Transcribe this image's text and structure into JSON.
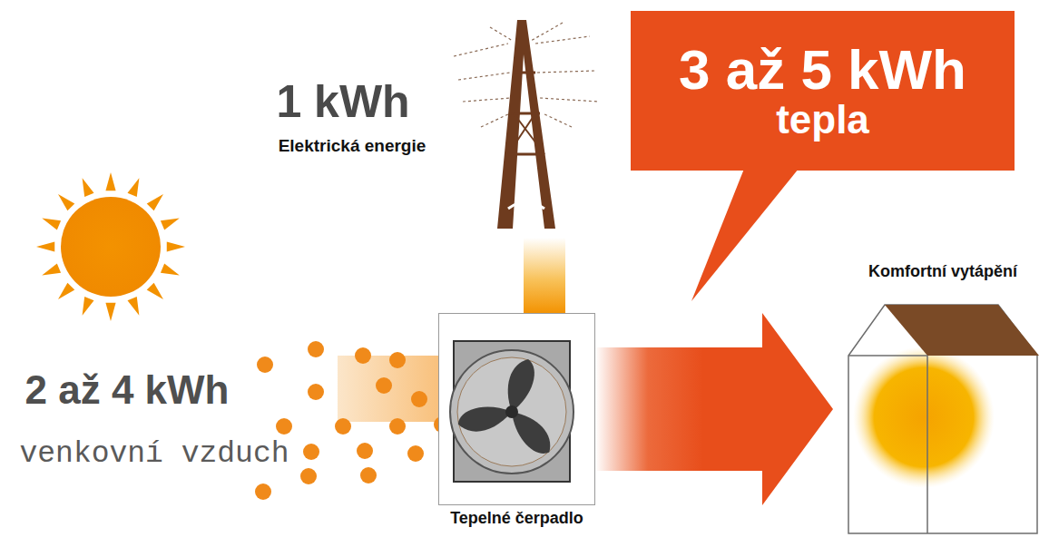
{
  "diagram": {
    "nodes": [
      {
        "text": [
          "3 až 5 kWh",
          "tepla"
        ]
      },
      {
        "text": [
          "Tepelné čerpadlo"
        ]
      },
      {
        "text": [
          "Komfortní vytápění"
        ]
      }
    ],
    "edges": [
      {
        "from": 1,
        "to": 2,
        "arrow": "to"
      }
    ],
    "labels": [
      "1 kWh",
      "Elektrická energie",
      "2 až 4 kWh",
      "venkovní vzduch"
    ]
  }
}
